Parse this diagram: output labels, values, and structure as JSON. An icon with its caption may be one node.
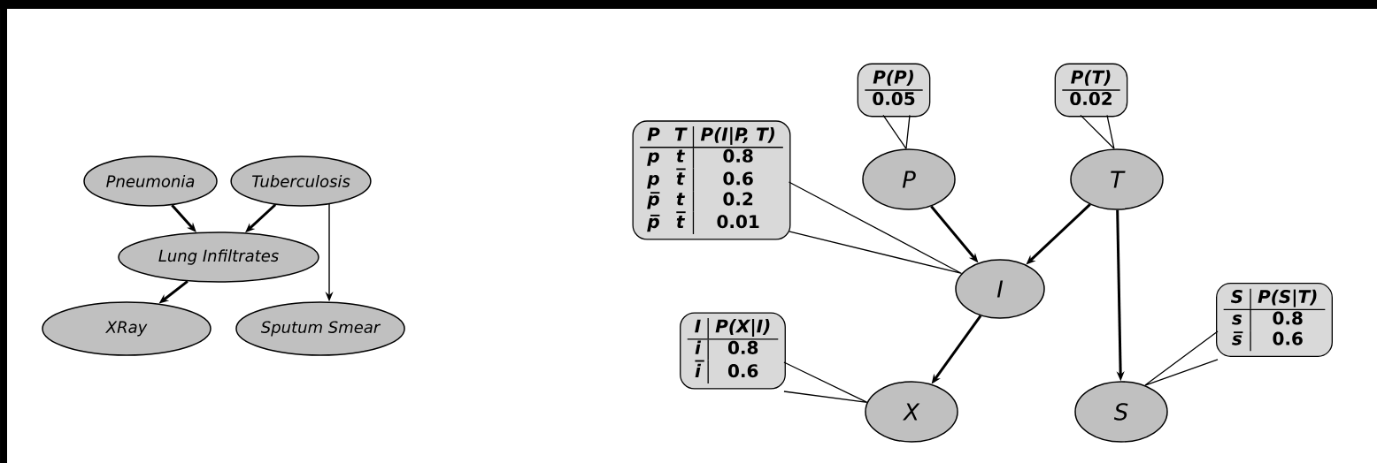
{
  "diagram": {
    "nodes": [
      {
        "text": [
          "Pneumonia"
        ]
      },
      {
        "text": [
          "Tuberculosis"
        ]
      },
      {
        "text": [
          "Lung Infiltrates"
        ]
      },
      {
        "text": [
          "XRay"
        ]
      },
      {
        "text": [
          "Sputum Smear"
        ]
      },
      {
        "text": [
          "P(P)",
          "0.05"
        ]
      },
      {
        "text": [
          "P(T)",
          "0.02"
        ]
      },
      {
        "text": [
          "P",
          "T",
          "P(I|P, T)",
          "p",
          "t",
          "0.8",
          "p",
          "t̅",
          "0.6",
          "p̅",
          "t",
          "0.2",
          "p̅",
          "t̅",
          "0.01"
        ]
      },
      {
        "text": [
          "P"
        ]
      },
      {
        "text": [
          "T"
        ]
      },
      {
        "text": [
          "I"
        ]
      },
      {
        "text": [
          "I",
          "P(X|I)",
          "i",
          "0.8",
          "i̅",
          "0.6"
        ]
      },
      {
        "text": [
          "X"
        ]
      },
      {
        "text": [
          "S",
          "P(S|T)",
          "s",
          "0.8",
          "s̅",
          "0.6"
        ]
      },
      {
        "text": [
          "S"
        ]
      }
    ],
    "edges": [
      {
        "from": 0,
        "to": 2,
        "arrow": "to"
      },
      {
        "from": 1,
        "to": 2,
        "arrow": "to"
      },
      {
        "from": 1,
        "to": 4,
        "arrow": "to"
      },
      {
        "from": 2,
        "to": 3,
        "arrow": "to"
      },
      {
        "from": 8,
        "to": 10,
        "arrow": "to"
      },
      {
        "from": 9,
        "to": 10,
        "arrow": "to"
      },
      {
        "from": 9,
        "to": 14,
        "arrow": "to"
      },
      {
        "from": 10,
        "to": 12,
        "arrow": "to"
      },
      {
        "from": 5,
        "to": 8,
        "arrow": "none"
      },
      {
        "from": 6,
        "to": 9,
        "arrow": "none"
      },
      {
        "from": 7,
        "to": 10,
        "arrow": "none"
      },
      {
        "from": 11,
        "to": 12,
        "arrow": "none"
      },
      {
        "from": 13,
        "to": 14,
        "arrow": "none"
      }
    ]
  }
}
